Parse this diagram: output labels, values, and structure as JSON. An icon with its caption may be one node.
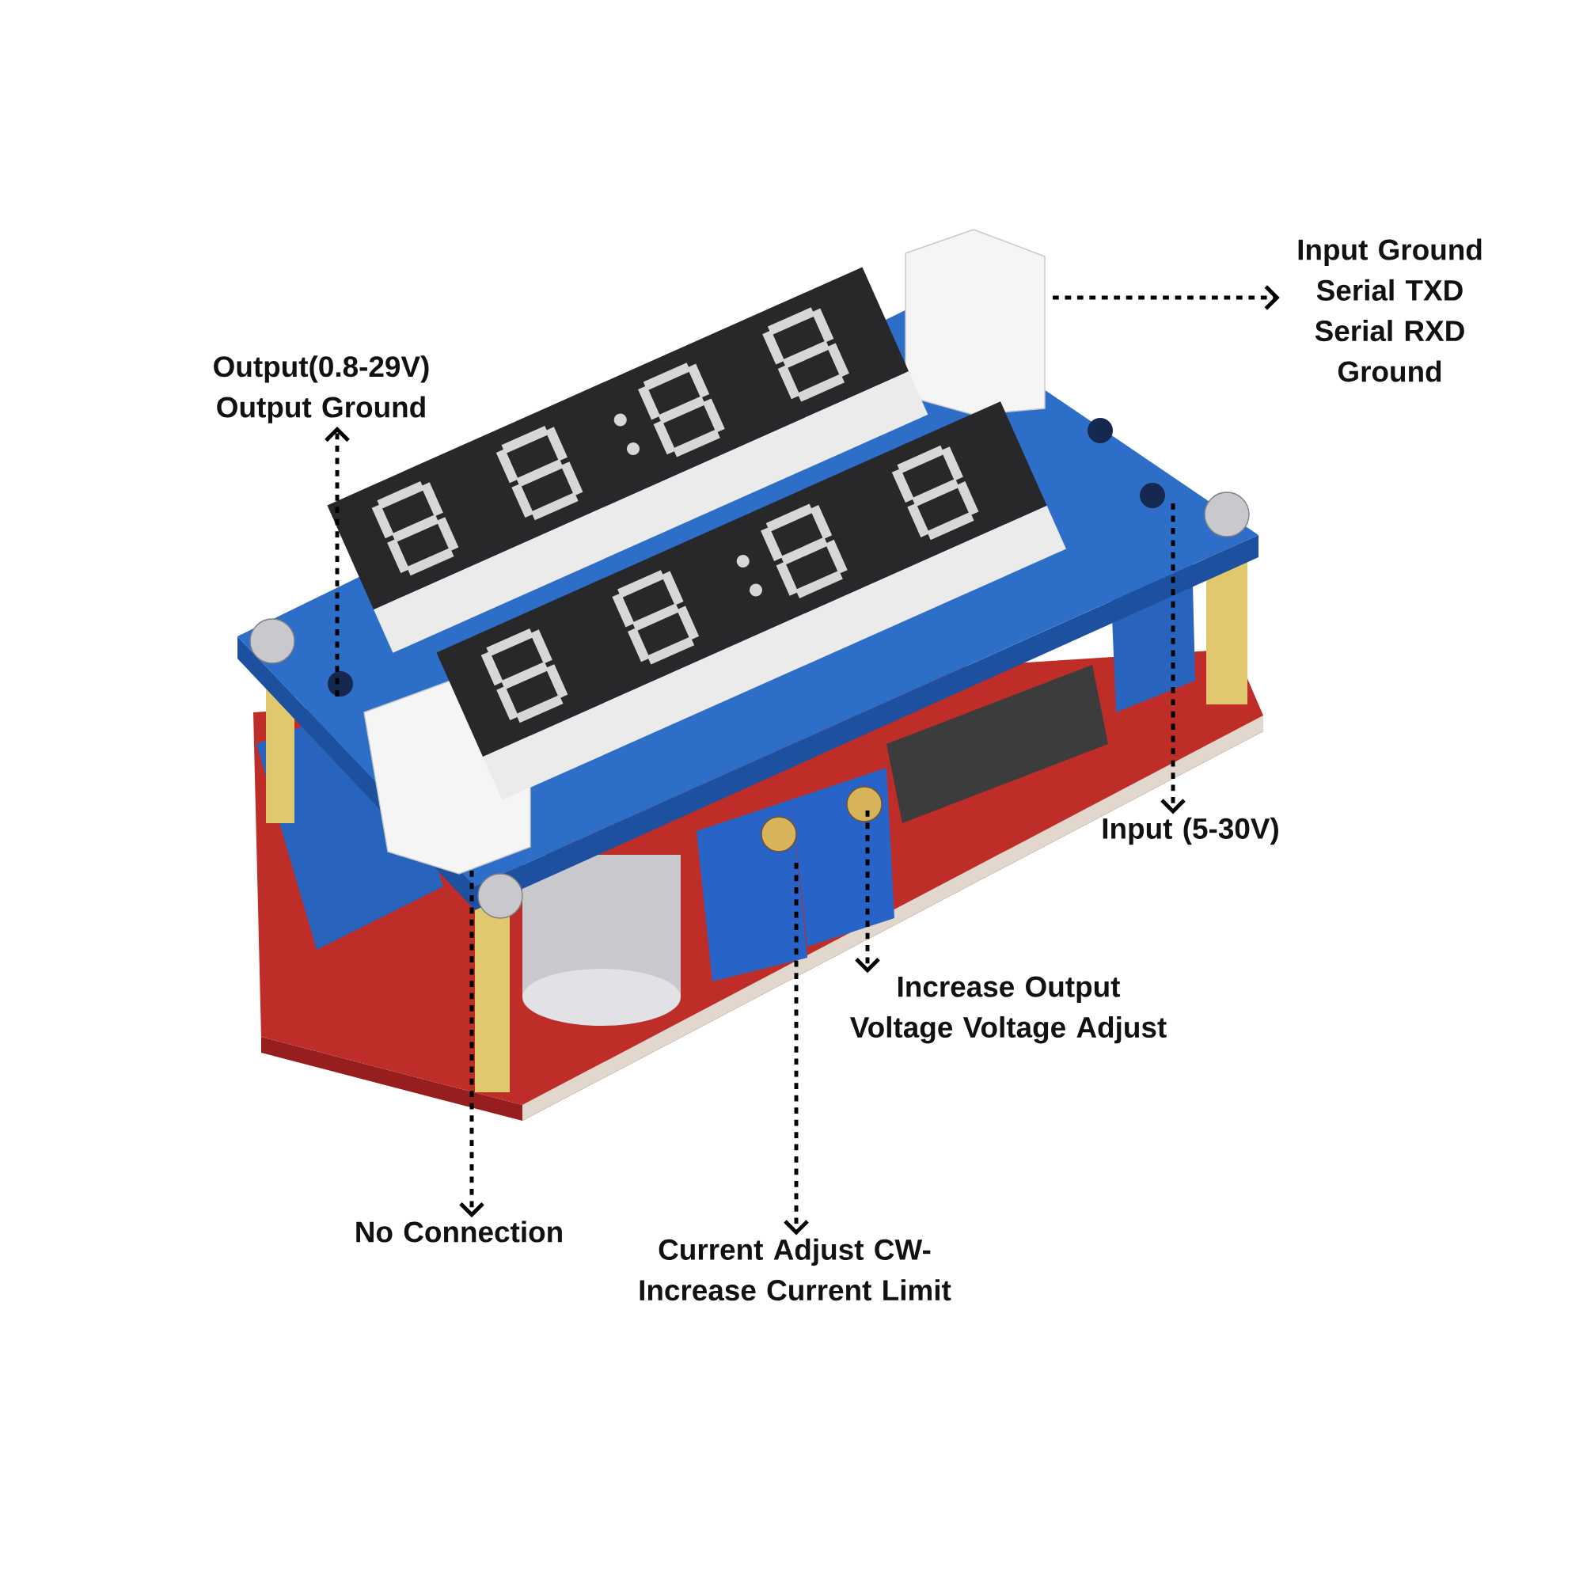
{
  "diagram": {
    "nodes": [
      {
        "text": [
          "Input Ground Serial TXD Serial RXD Ground"
        ]
      },
      {
        "text": [
          "Output(0.8-29V) Output Ground"
        ]
      },
      {
        "text": [
          "Input (5-30V)"
        ]
      },
      {
        "text": [
          "Increase Output Voltage Voltage Adjust"
        ]
      },
      {
        "text": [
          "No Connection"
        ]
      },
      {
        "text": [
          "Current Adjust CW-Increase Current Limit"
        ]
      }
    ],
    "edges": [
      {
        "from": null,
        "to": 0,
        "arrow": "to"
      },
      {
        "from": null,
        "to": 1,
        "arrow": "to"
      },
      {
        "from": null,
        "to": 2,
        "arrow": "to"
      },
      {
        "from": null,
        "to": 3,
        "arrow": "to"
      },
      {
        "from": null,
        "to": 4,
        "arrow": "to"
      },
      {
        "from": null,
        "to": 5,
        "arrow": "to"
      }
    ]
  }
}
